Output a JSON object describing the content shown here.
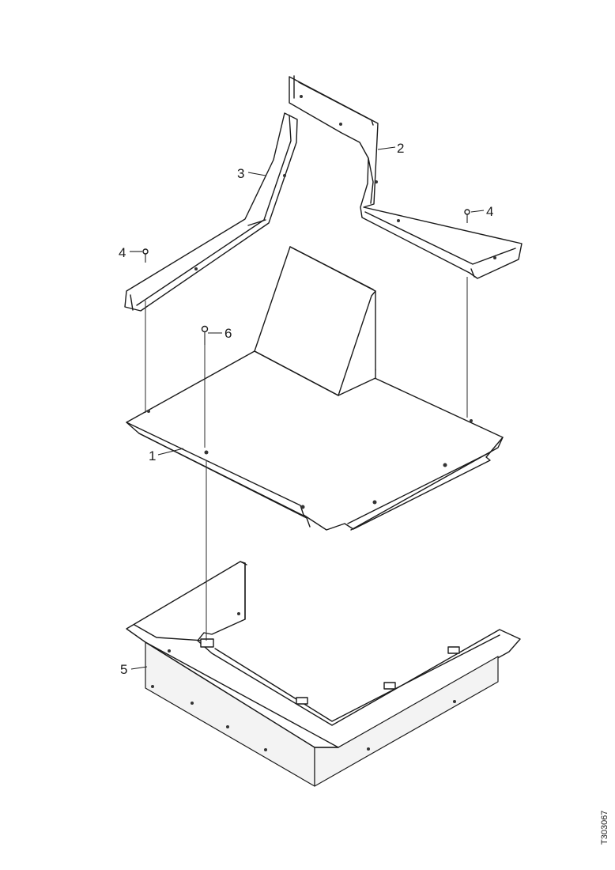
{
  "callouts": {
    "part_1": "1",
    "part_2": "2",
    "part_3": "3",
    "part_4_left": "4",
    "part_4_right": "4",
    "part_5": "5",
    "part_6": "6"
  },
  "drawing_reference": "T303067",
  "colors": {
    "line": "#1a1a1a",
    "background": "#ffffff"
  }
}
